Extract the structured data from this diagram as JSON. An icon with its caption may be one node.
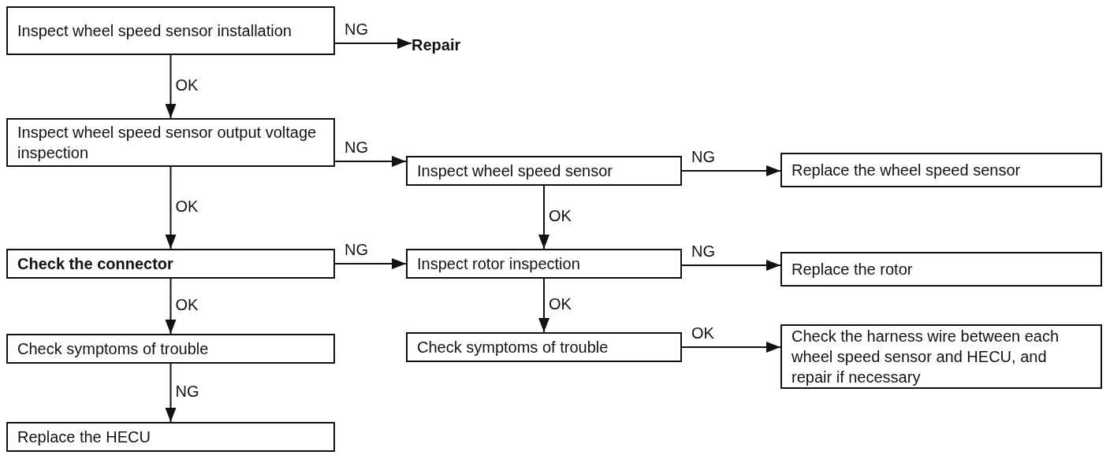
{
  "diagram": {
    "nodes": [
      {
        "text": [
          "Inspect wheel speed sensor installation"
        ]
      },
      {
        "text": [
          "Repair"
        ]
      },
      {
        "text": [
          "Inspect wheel speed sensor output voltage inspection"
        ]
      },
      {
        "text": [
          "Inspect wheel speed sensor"
        ]
      },
      {
        "text": [
          "Replace the wheel speed sensor"
        ]
      },
      {
        "text": [
          "Check the connector"
        ]
      },
      {
        "text": [
          "Inspect rotor inspection"
        ]
      },
      {
        "text": [
          "Replace the rotor"
        ]
      },
      {
        "text": [
          "Check symptoms of trouble"
        ]
      },
      {
        "text": [
          "Check symptoms of trouble"
        ]
      },
      {
        "text": [
          "Check the harness wire between each wheel speed sensor and HECU, and repair if necessary"
        ]
      },
      {
        "text": [
          "Replace the HECU"
        ]
      }
    ],
    "edges": [
      {
        "from": 0,
        "to": 1,
        "arrow": "to",
        "label": "NG"
      },
      {
        "from": 0,
        "to": 2,
        "arrow": "to",
        "label": "OK"
      },
      {
        "from": 2,
        "to": 3,
        "arrow": "to",
        "label": "NG"
      },
      {
        "from": 3,
        "to": 4,
        "arrow": "to",
        "label": "NG"
      },
      {
        "from": 3,
        "to": 6,
        "arrow": "to",
        "label": "OK"
      },
      {
        "from": 2,
        "to": 5,
        "arrow": "to",
        "label": "OK"
      },
      {
        "from": 5,
        "to": 6,
        "arrow": "to",
        "label": "NG"
      },
      {
        "from": 6,
        "to": 7,
        "arrow": "to",
        "label": "NG"
      },
      {
        "from": 6,
        "to": 9,
        "arrow": "to",
        "label": "OK"
      },
      {
        "from": 5,
        "to": 8,
        "arrow": "to",
        "label": "OK"
      },
      {
        "from": 9,
        "to": 10,
        "arrow": "to",
        "label": "OK"
      },
      {
        "from": 8,
        "to": 11,
        "arrow": "to",
        "label": "NG"
      }
    ]
  }
}
